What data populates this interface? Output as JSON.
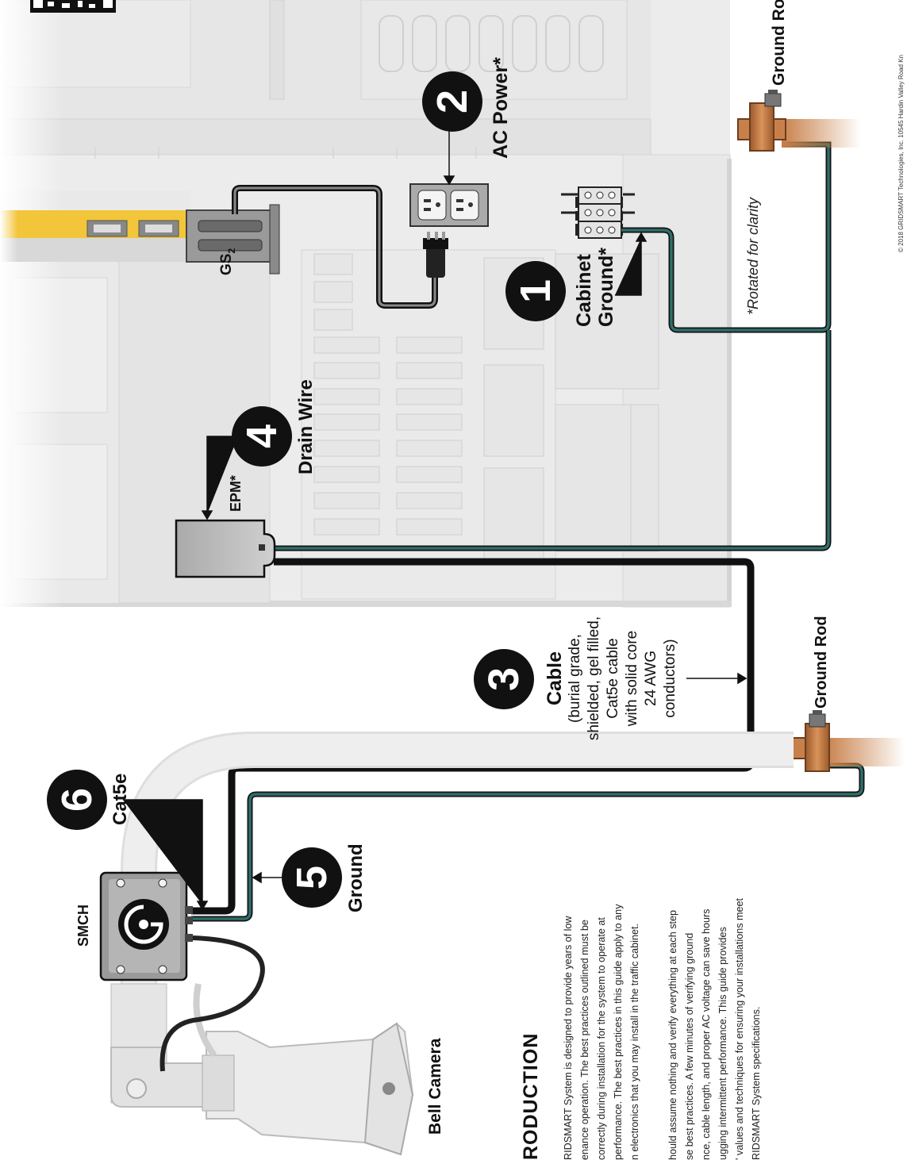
{
  "labels": {
    "ground_rod_top": "Ground Rod",
    "ground_rod_bottom": "Ground Rod",
    "ac_power": "AC Power*",
    "cabinet_ground_1": "Cabinet",
    "cabinet_ground_2": "Ground*",
    "rotated_note": "*Rotated for clarity",
    "gs2": "GS",
    "gs2_sub": "2",
    "drain_wire": "Drain Wire",
    "epm": "EPM*",
    "cable_title": "Cable",
    "cable_desc": [
      "(burial grade,",
      "shielded, gel filled,",
      "Cat5e cable",
      "with solid core",
      "24 AWG",
      "conductors)"
    ],
    "cat5e": "Cat5e",
    "smch": "SMCH",
    "ground": "Ground",
    "bell_camera": "Bell Camera"
  },
  "badges": [
    "1",
    "2",
    "3",
    "4",
    "5",
    "6"
  ],
  "intro": {
    "heading": "RODUCTION",
    "para1": [
      "RIDSMART System is designed to provide years of low",
      "enance operation. The best practices outlined must be",
      "correctly during installation for the system to operate at",
      "performance. The best practices in this guide apply to any",
      "n electronics that you may install in the traffic cabinet."
    ],
    "para2": [
      "hould assume nothing and verify everything at each step",
      "se best practices. A few minutes of verifying ground",
      "nce, cable length, and proper AC voltage can save hours",
      "ugging intermittent performance. This guide provides",
      "' values and techniques for ensuring your installations meet",
      "RIDSMART System specifications."
    ]
  },
  "legal": "© 2018 GRIDSMART Technologies, Inc. 10545 Hardin Valley Road Kn",
  "colors": {
    "ground_wire": "#2f6e6a",
    "cable": "#111111",
    "copper": "#c8804a",
    "cabinet": "#e9e9e9",
    "board": "#f2c53a"
  }
}
